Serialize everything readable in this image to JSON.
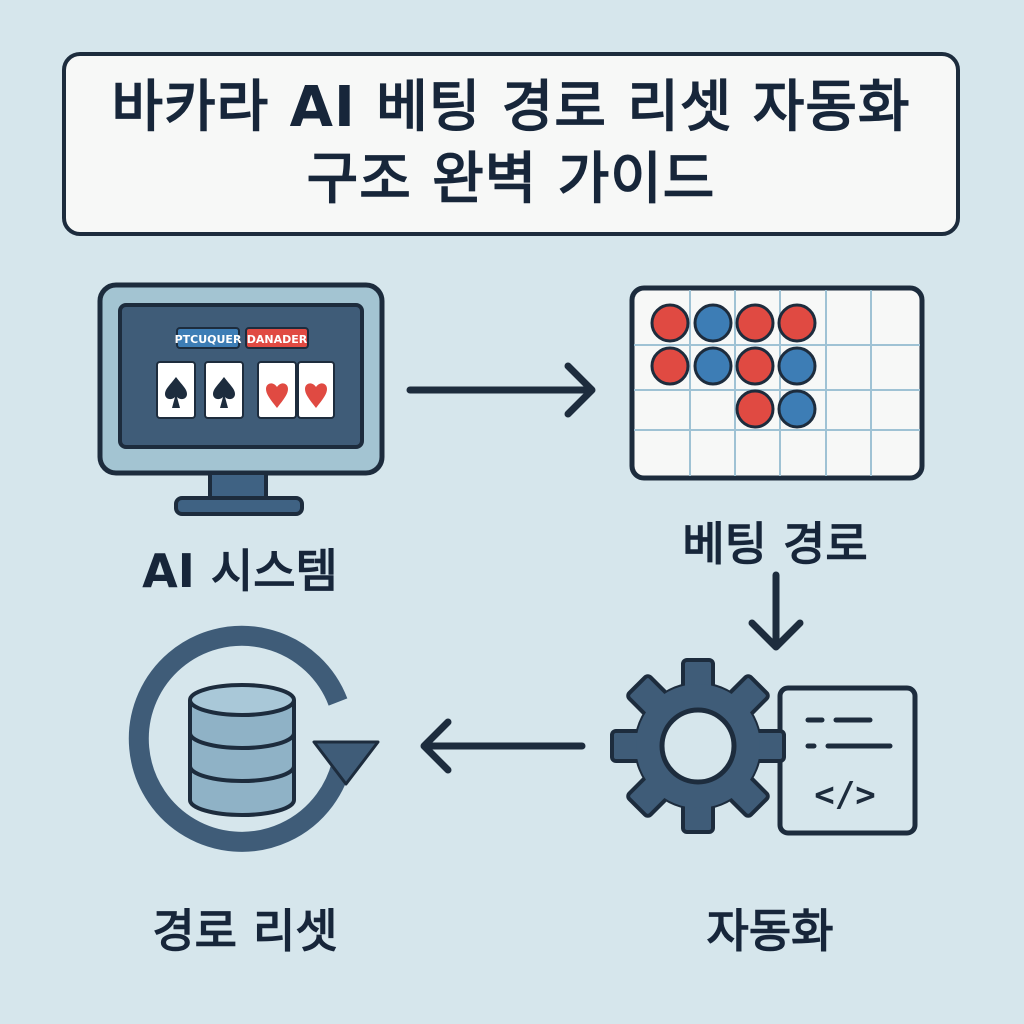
{
  "title": "바카라 AI 베팅 경로 리셋 자동화 구조 완벽 가이드",
  "nodes": {
    "ai_system": {
      "label": "AI 시스템",
      "screen_tags": [
        "PTCUQUER",
        "DANADER"
      ]
    },
    "betting_path": {
      "label": "베팅 경로"
    },
    "automation": {
      "label": "자동화",
      "code_symbol": "</>"
    },
    "path_reset": {
      "label": "경로 리셋"
    }
  },
  "colors": {
    "background": "#d6e6ec",
    "dark": "#1d2c3d",
    "steel": "#3f6283",
    "blue": "#3d7db5",
    "red": "#e04a42"
  }
}
